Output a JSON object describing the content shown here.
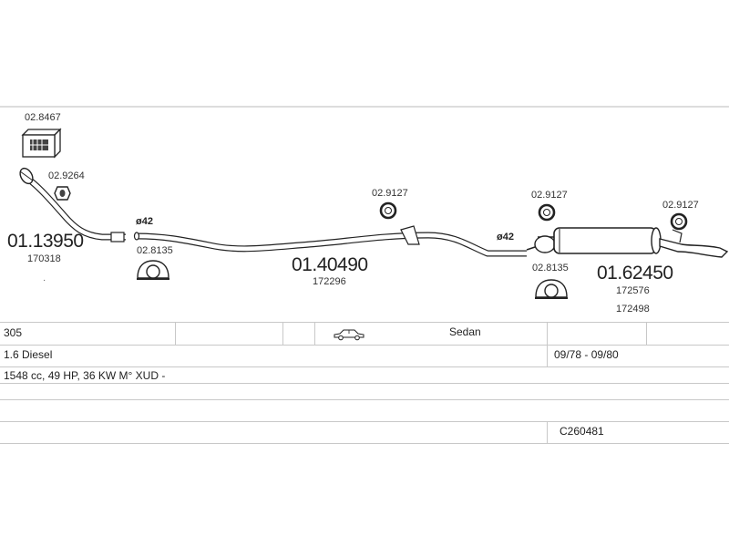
{
  "parts": {
    "mount_box_code": "02.8467",
    "front_pipe": {
      "code": "01.13950",
      "ref": "170318"
    },
    "gasket_front_code": "02.9264",
    "diameter_1": "ø42",
    "hanger_1_code": "02.8135",
    "middle_pipe": {
      "code": "01.40490",
      "ref": "172296"
    },
    "middle_hanger_code": "02.9127",
    "diameter_2": "ø42",
    "rear_hanger_1_code": "02.9127",
    "rear_hanger_2_code": "02.9127",
    "hanger_2_code": "02.8135",
    "rear_silencer": {
      "code": "01.62450",
      "ref_1": "172576",
      "ref_2": "172498"
    },
    "dot": "·"
  },
  "vehicle": {
    "model": "305",
    "body": "Sedan",
    "engine": "1.6 Diesel",
    "years": "09/78 - 09/80",
    "spec": "1548 cc, 49 HP, 36 KW M° XUD -",
    "catalog_no": "C260481"
  }
}
